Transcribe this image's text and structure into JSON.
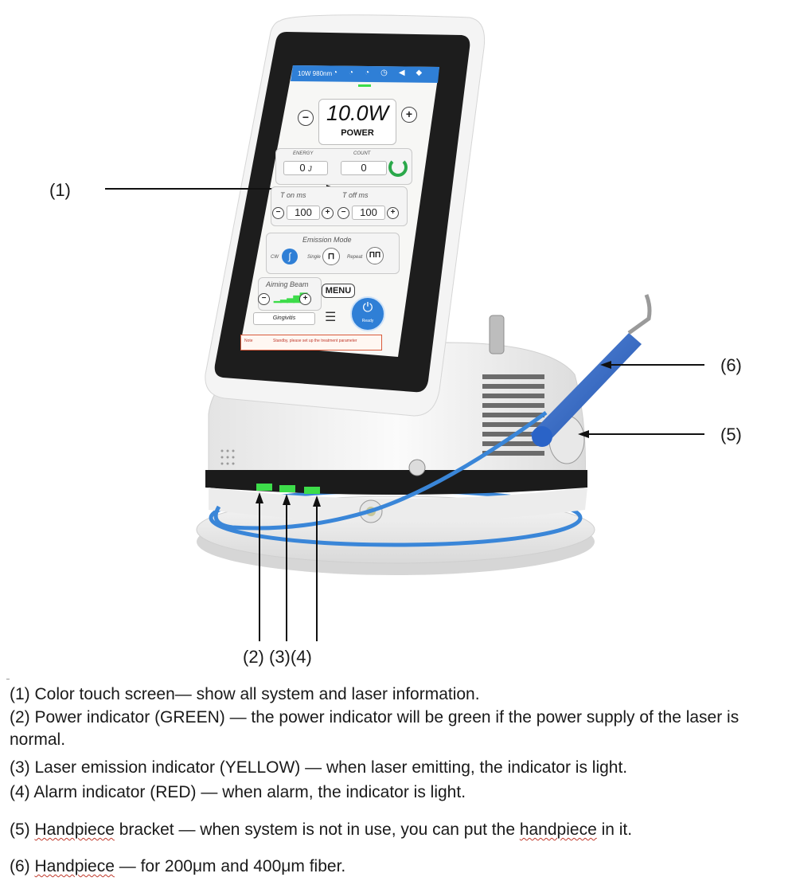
{
  "callouts": {
    "c1": "(1)",
    "c6": "(6)",
    "c5": "(5)",
    "c234": "(2) (3)(4)"
  },
  "screen": {
    "top_bar": "10W 980nm",
    "power_value": "10.0W",
    "power_label": "POWER",
    "energy_label": "ENERGY",
    "energy_value": "0",
    "energy_unit": "J",
    "count_label": "COUNT",
    "count_value": "0",
    "ton_label": "T on ms",
    "toff_label": "T off ms",
    "ton_value": "100",
    "toff_value": "100",
    "emission_label": "Emission Mode",
    "mode_cw": "CW",
    "mode_single": "Single",
    "mode_repeat": "Repeat",
    "aiming_label": "Aiming Beam",
    "menu_label": "MENU",
    "preset_label": "Gingivitis",
    "ready_label": "Ready",
    "status_left": "Note",
    "status_right": "Standby, please set up the treatment parameter"
  },
  "legend": {
    "item1": "(1) Color touch screen— show all system and laser information.",
    "item2": "(2) Power indicator (GREEN) — the power indicator will be green if the power supply of the laser is normal.",
    "item3": "(3) Laser emission indicator (YELLOW) — when laser emitting, the indicator is light.",
    "item4": "(4) Alarm indicator (RED) — when alarm, the indicator is light.",
    "item5_a": "(5) ",
    "item5_b": "Handpiece",
    "item5_c": " bracket — when system is not in use, you can put the ",
    "item5_d": "handpiece",
    "item5_e": " in it.",
    "item6_a": "(6) ",
    "item6_b": "Handpiece",
    "item6_c": " — for 200μm and 400μm fiber."
  },
  "colors": {
    "screen_frame": "#1d1d1d",
    "device_white": "#f2f2f2",
    "accent_blue": "#2f7fd6",
    "ring_blue": "#3a86d8",
    "indicator_green": "#3ddc4a",
    "ready_green": "#2aa84a"
  }
}
